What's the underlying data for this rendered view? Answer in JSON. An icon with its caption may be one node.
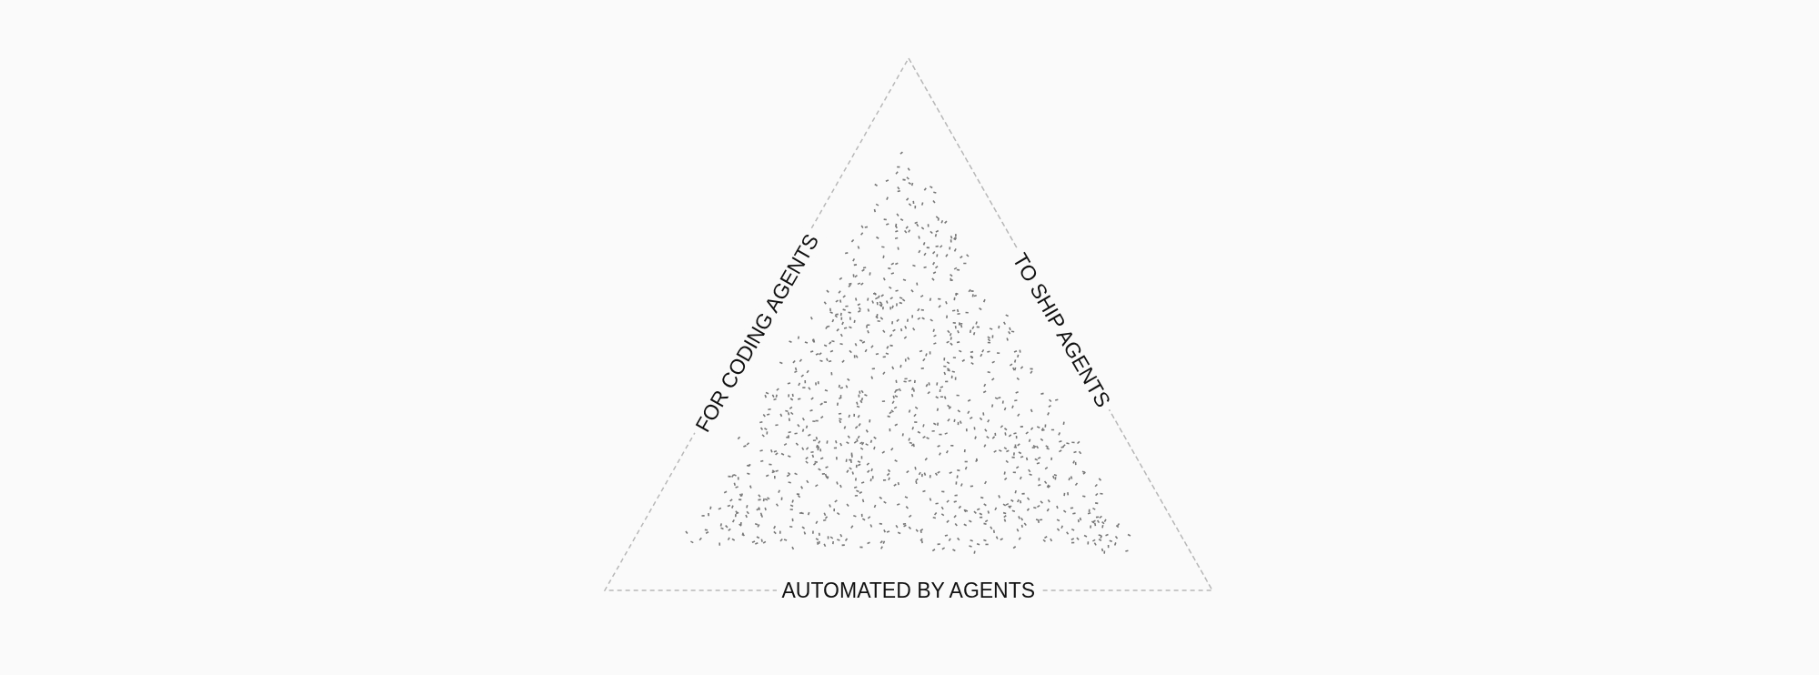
{
  "diagram": {
    "labels": [
      "FOR CODING AGENTS",
      "TO SHIP AGENTS",
      "AUTOMATED BY AGENTS"
    ]
  }
}
